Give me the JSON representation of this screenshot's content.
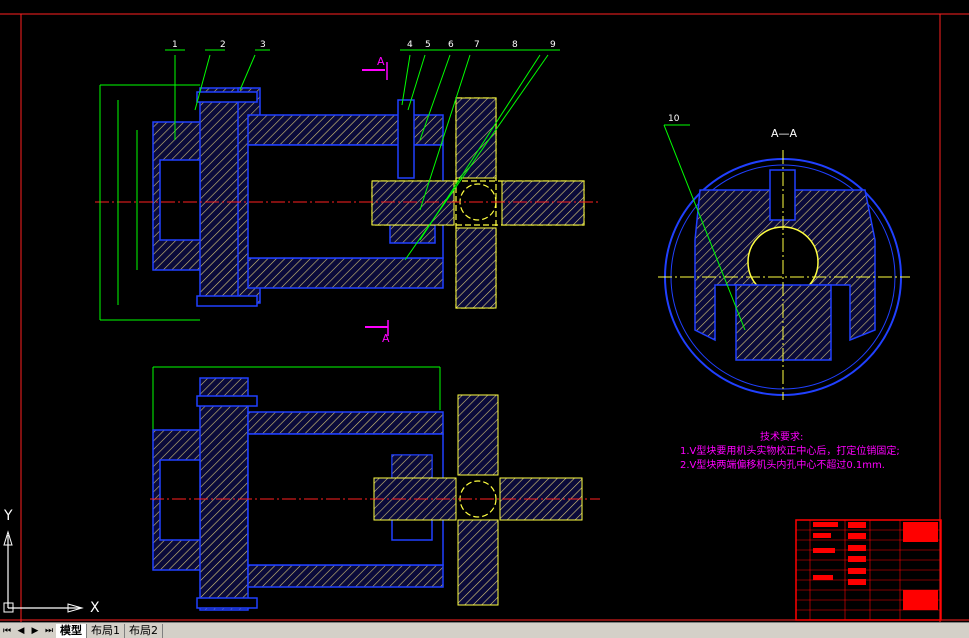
{
  "drawing": {
    "callouts": [
      "1",
      "2",
      "3",
      "4",
      "5",
      "6",
      "7",
      "8",
      "9",
      "10"
    ],
    "section_label": "A—A",
    "section_marker": "A",
    "tech_title": "技术要求:",
    "tech_line1": "1.V型块要用机头实物校正中心后，打定位销固定;",
    "tech_line2": "2.V型块两端偏移机头内孔中心不超过0.1mm.",
    "ucs_y": "Y",
    "ucs_x": "X"
  },
  "tabs": {
    "model": "模型",
    "layout1": "布局1",
    "layout2": "布局2"
  },
  "colors": {
    "background": "#000000",
    "hatch": "#d8c878",
    "outline": "#0000ff",
    "dimension": "#00ff00",
    "centerline": "#ff2020",
    "tech_text": "#ff00ff",
    "title_block": "#ff0000"
  }
}
